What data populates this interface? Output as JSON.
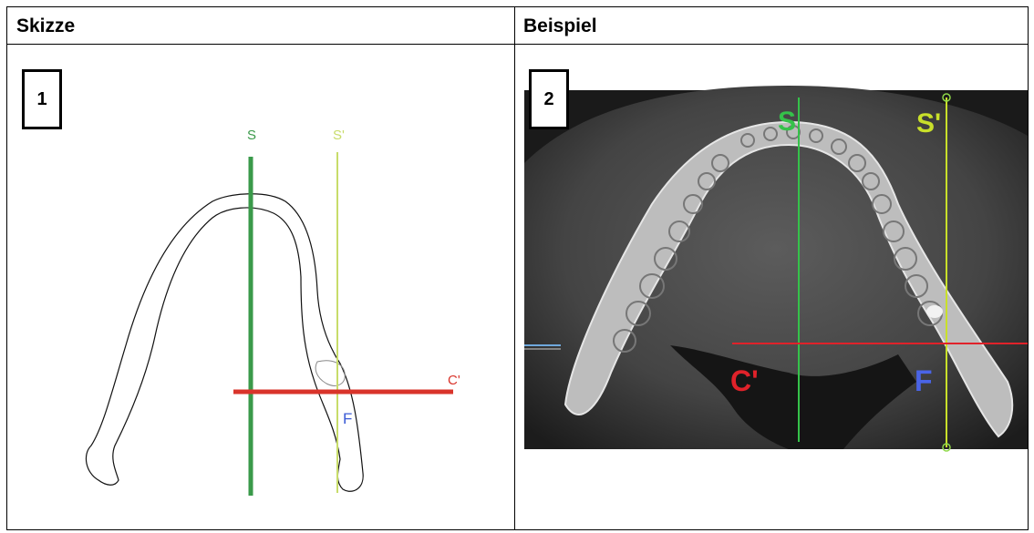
{
  "headers": {
    "left": "Skizze",
    "right": "Beispiel"
  },
  "panel_numbers": {
    "left": "1",
    "right": "2"
  },
  "sketch": {
    "labels": {
      "s": "S",
      "s_prime": "S'",
      "c_prime": "C'",
      "f": "F"
    },
    "colors": {
      "s": "#3a9a4a",
      "s_prime": "#c8dc6a",
      "c_prime": "#d9342b",
      "f": "#3b5bd6"
    }
  },
  "example": {
    "labels": {
      "s": "S",
      "s_prime": "S'",
      "c_prime": "C'",
      "f": "F"
    },
    "colors": {
      "s": "#35c24a",
      "s_prime": "#c9e02a",
      "c_prime": "#e0222a",
      "f": "#4a64e6"
    }
  }
}
